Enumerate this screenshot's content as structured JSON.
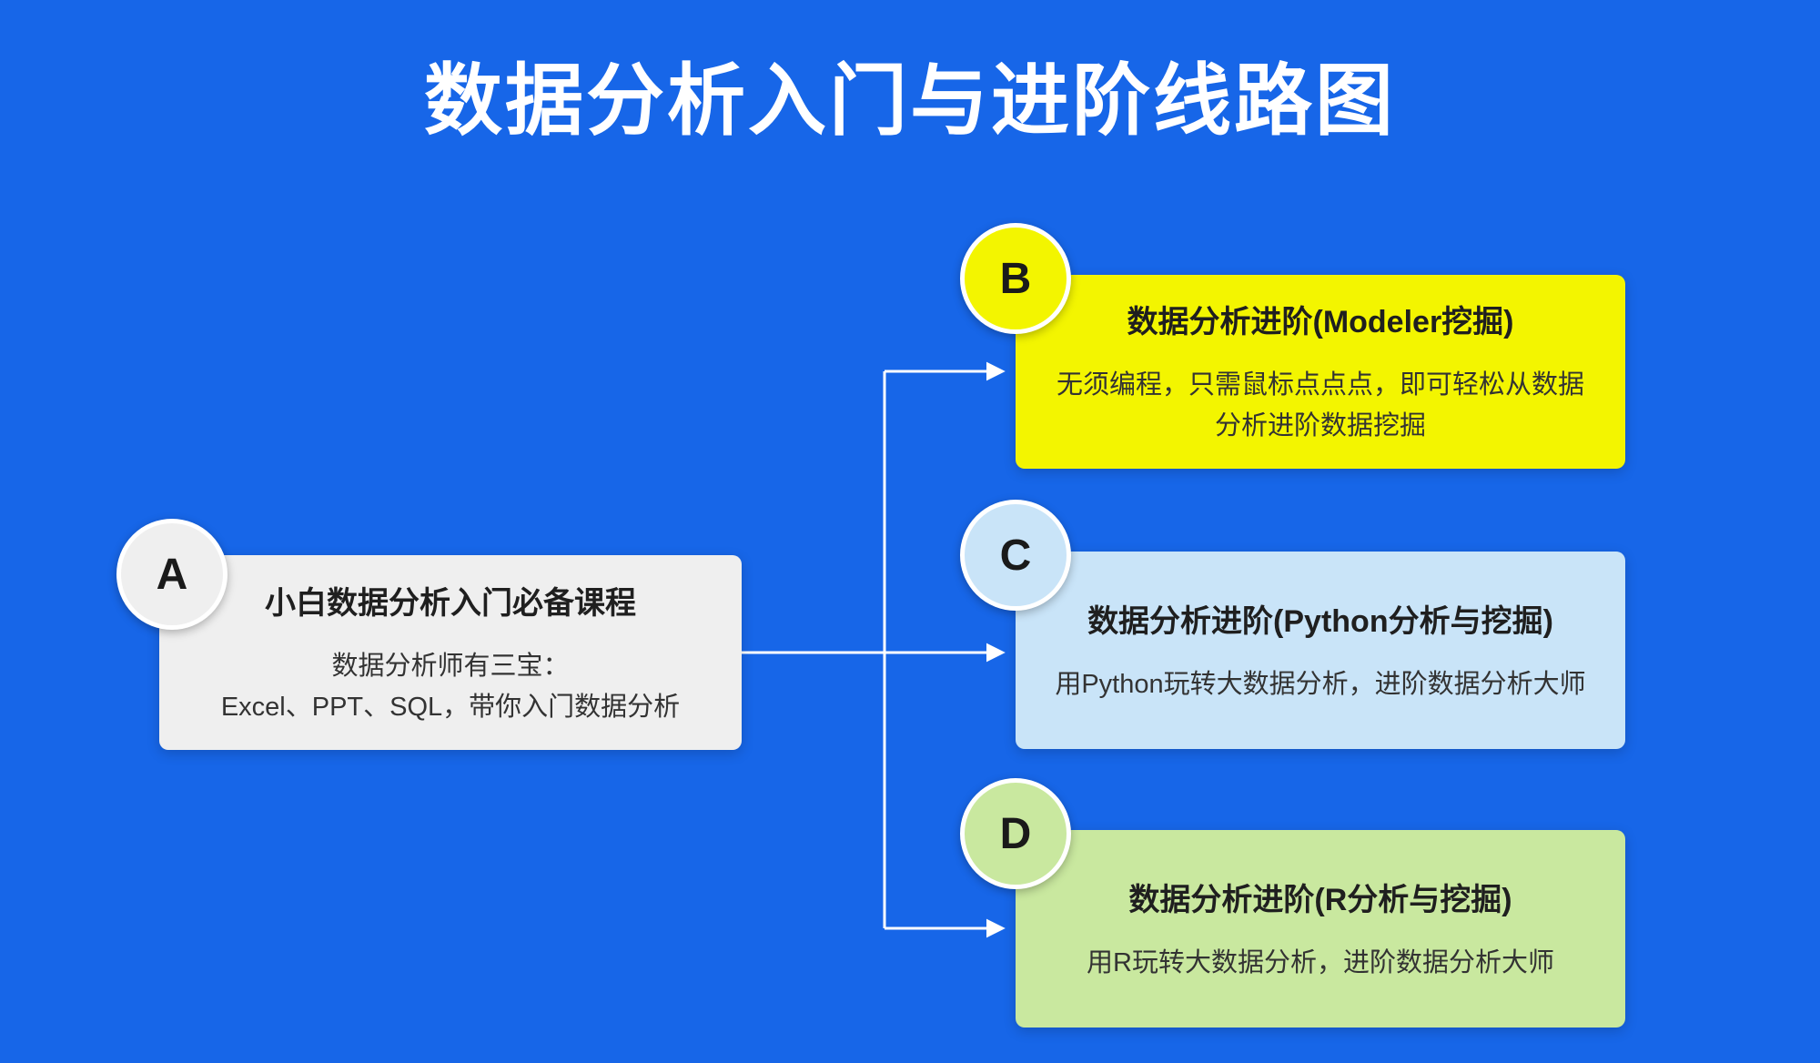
{
  "title": "数据分析入门与进阶线路图",
  "colors": {
    "background": "#1766E8",
    "arrow": "#FFFFFF",
    "node_a_fill": "#EFEFEF",
    "node_b_fill": "#F3F500",
    "node_c_fill": "#C9E4F8",
    "node_d_fill": "#C9E89F",
    "title_text": "#FFFFFF",
    "node_text": "#333333"
  },
  "nodes": [
    {
      "label": "A",
      "title": "小白数据分析入门必备课程",
      "body": "数据分析师有三宝：\nExcel、PPT、SQL，带你入门数据分析"
    },
    {
      "label": "B",
      "title": "数据分析进阶(Modeler挖掘)",
      "body": "无须编程，只需鼠标点点点，即可轻松从数据分析进阶数据挖掘"
    },
    {
      "label": "C",
      "title": "数据分析进阶(Python分析与挖掘)",
      "body": "用Python玩转大数据分析，进阶数据分析大师"
    },
    {
      "label": "D",
      "title": "数据分析进阶(R分析与挖掘)",
      "body": "用R玩转大数据分析，进阶数据分析大师"
    }
  ]
}
